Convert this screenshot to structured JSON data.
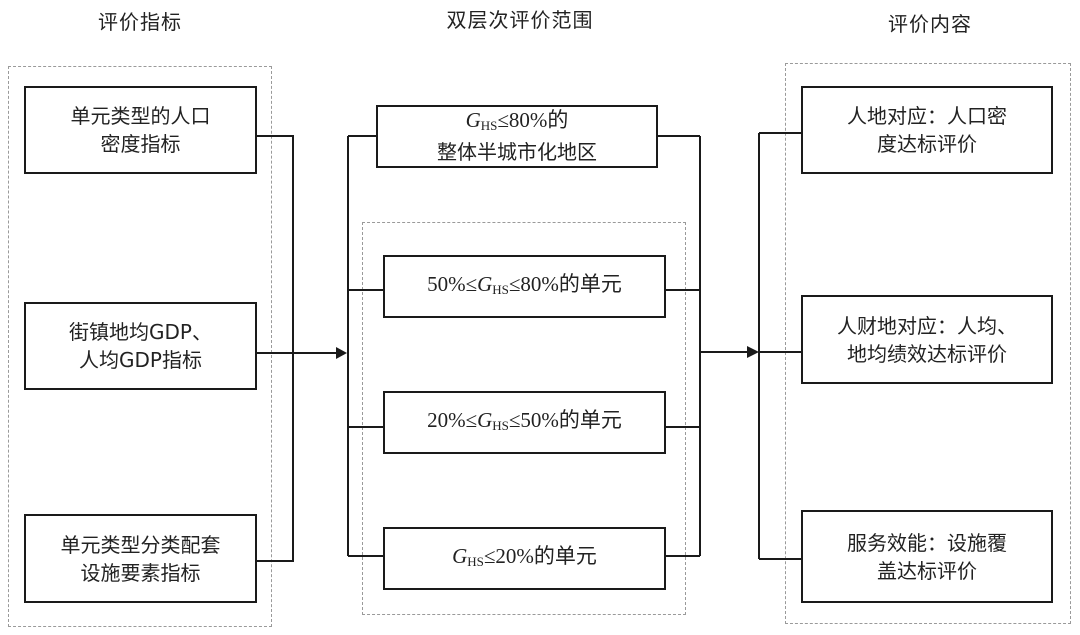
{
  "columns": {
    "indicators": {
      "title": "评价指标",
      "items": [
        {
          "lines": [
            "单元类型的人口",
            "密度指标"
          ]
        },
        {
          "lines": [
            "街镇地均GDP、",
            "人均GDP指标"
          ]
        },
        {
          "lines": [
            "单元类型分类配套",
            "设施要素指标"
          ]
        }
      ]
    },
    "scope": {
      "title": "双层次评价范围",
      "overall": {
        "symbol": "G",
        "subscript": "HS",
        "line1_suffix": "≤80%的",
        "line2": "整体半城市化地区"
      },
      "units": [
        {
          "prefix": "50%≤",
          "symbol": "G",
          "subscript": "HS",
          "suffix": "≤80%的单元"
        },
        {
          "prefix": "20%≤",
          "symbol": "G",
          "subscript": "HS",
          "suffix": "≤50%的单元"
        },
        {
          "prefix": "",
          "symbol": "G",
          "subscript": "HS",
          "suffix": "≤20%的单元"
        }
      ]
    },
    "content": {
      "title": "评价内容",
      "items": [
        {
          "lines": [
            "人地对应：人口密",
            "度达标评价"
          ]
        },
        {
          "lines": [
            "人财地对应：人均、",
            "地均绩效达标评价"
          ]
        },
        {
          "lines": [
            "服务效能：设施覆",
            "盖达标评价"
          ]
        }
      ]
    }
  },
  "colors": {
    "line": "#1a1a1a",
    "dashed_border": "#9a9a9a"
  }
}
